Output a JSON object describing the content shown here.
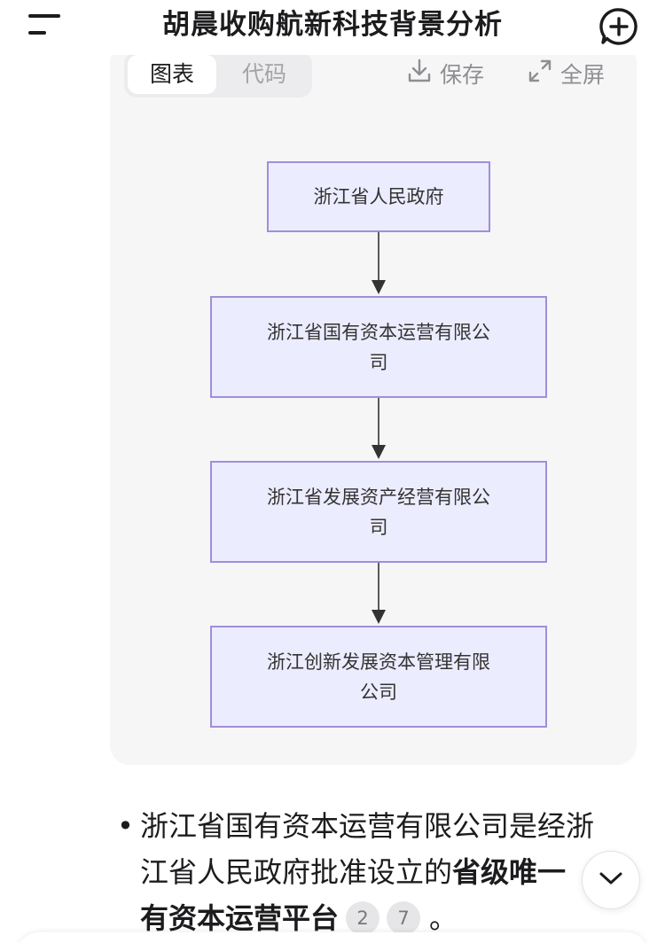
{
  "header": {
    "title": "胡晨收购航新科技背景分析",
    "menu_icon": "menu-icon",
    "new_chat_icon": "plus-circle-icon"
  },
  "diagram_card": {
    "tabs": [
      {
        "label": "图表",
        "active": true
      },
      {
        "label": "代码",
        "active": false
      }
    ],
    "save_label": "保存",
    "save_icon": "download-icon",
    "fullscreen_label": "全屏",
    "fullscreen_icon": "expand-icon",
    "nodes": [
      {
        "lines": [
          "浙江省人民政府"
        ]
      },
      {
        "lines": [
          "浙江省国有资本运营有限公",
          "司"
        ]
      },
      {
        "lines": [
          "浙江省发展资产经营有限公",
          "司"
        ]
      },
      {
        "lines": [
          "浙江创新发展资本管理有限",
          "公司"
        ]
      }
    ],
    "colors": {
      "node_fill": "#ececff",
      "node_border": "#9f8fd9",
      "edge": "#333333"
    }
  },
  "answer": {
    "bullet": "•",
    "line1": "浙江省国有资本运营有限公司是经浙",
    "line2_plain": "江省人民政府批准设立的",
    "line2_bold": "省级唯一",
    "line3_bold": "有资本运营平台",
    "citations": [
      "2",
      "7"
    ],
    "end": "。"
  },
  "scroll_down_icon": "chevron-down-icon"
}
